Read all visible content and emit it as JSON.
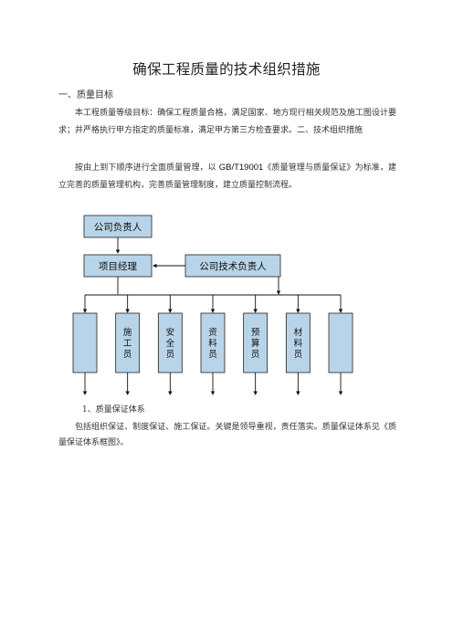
{
  "doc": {
    "title": "确保工程质量的技术组织措施",
    "heading1": "一、质量目标",
    "para1": "本工程质量等级目标：确保工程质量合格，满足国家、地方现行相关规范及施工图设计要求；并严格执行甲方指定的质量标准，满足甲方第三方检查要求。二、技术组织措施",
    "para2_pre": "按由上到下顺序进行全面质量管理，以",
    "para2_std": "GB/T19001",
    "para2_post": "《质量管理与质量保证》为标准，建立完善的质量管理机构，完善质量管理制度，建立质量控制流程。",
    "sub1": "1、质量保证体系",
    "para3": "包括组织保证、制度保证、施工保证。关键是领导重视，责任落实。质量保证体系见《质量保证体系框图》。"
  },
  "org": {
    "colors": {
      "fill": "#b8d4e8",
      "stroke": "#222222",
      "line": "#111111"
    },
    "company_head": "公司负责人",
    "project_manager": "项目经理",
    "tech_head": "公司技术负责人",
    "columns": [
      {
        "label": ""
      },
      {
        "label": "施工员"
      },
      {
        "label": "安全员"
      },
      {
        "label": "资料员"
      },
      {
        "label": "预算员"
      },
      {
        "label": "材料员"
      },
      {
        "label": ""
      }
    ]
  }
}
